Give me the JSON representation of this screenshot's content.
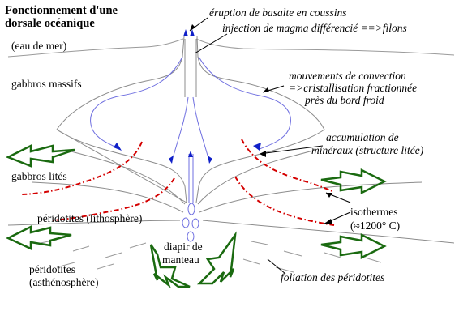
{
  "title": {
    "line1": "Fonctionnement d'une",
    "line2": "dorsale océanique"
  },
  "labels": {
    "seawater": "(eau de mer)",
    "massive_gabbros": "gabbros massifs",
    "layered_gabbros": "gabbros lités",
    "lithosphere_peridotites": "péridotites (lithosphère)",
    "asthenosphere_peridotites_l1": "péridotites",
    "asthenosphere_peridotites_l2": "(asthénosphère)",
    "mantle_diapir_l1": "diapir de",
    "mantle_diapir_l2": "manteau",
    "isotherms_l1": "isothermes",
    "isotherms_l2": "(≈1200° C)"
  },
  "annotations": {
    "basalt_eruption": "éruption de basalte en coussins",
    "magma_injection": "injection de magma différencié ==>filons",
    "convection_l1": "mouvements de convection",
    "convection_l2": "=>cristallisation fractionnée",
    "convection_l3": "près du bord froid",
    "accumulation_l1": "accumulation de",
    "accumulation_l2": "minéraux (structure litée)",
    "foliation": "foliation des péridotites"
  },
  "colors": {
    "outline": "#9a9a9a",
    "convection": "#6f6fe0",
    "magma": "#1020c8",
    "isotherm": "#d40000",
    "arrow_green": "#1a6a10"
  }
}
